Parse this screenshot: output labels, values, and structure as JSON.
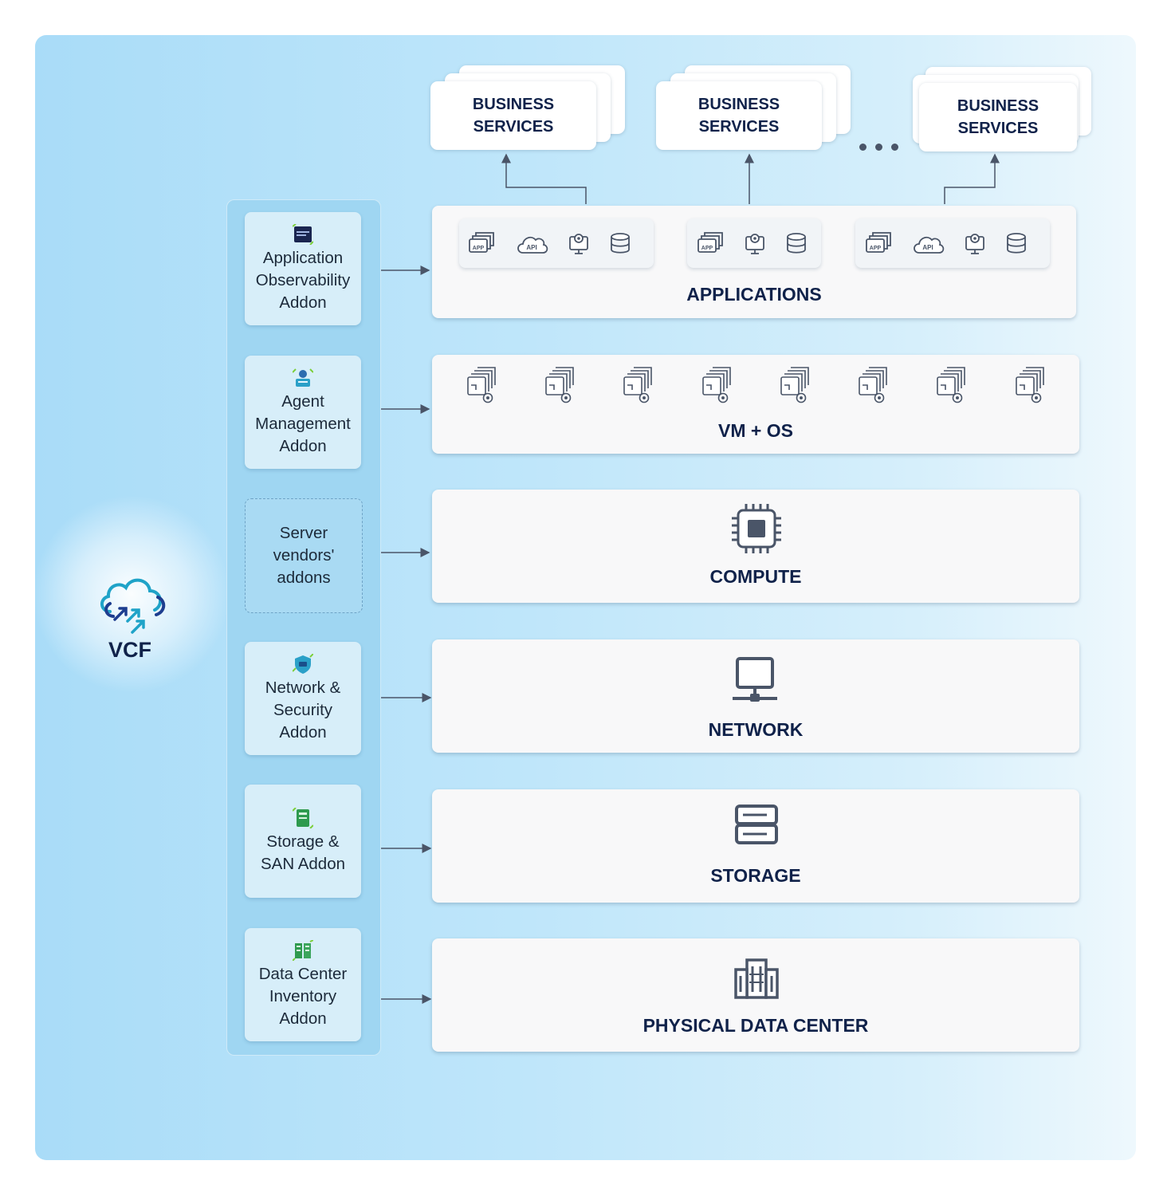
{
  "vcf": {
    "label": "VCF"
  },
  "business_services": [
    {
      "label": "BUSINESS\nSERVICES"
    },
    {
      "label": "BUSINESS\nSERVICES"
    },
    {
      "label": "BUSINESS\nSERVICES"
    }
  ],
  "addons": [
    {
      "label": "Application\nObservability\nAddon",
      "icon": "app-observability-icon"
    },
    {
      "label": "Agent\nManagement\nAddon",
      "icon": "agent-management-icon"
    },
    {
      "label": "Server\nvendors'\naddons",
      "icon": ""
    },
    {
      "label": "Network &\nSecurity\nAddon",
      "icon": "network-security-icon"
    },
    {
      "label": "Storage &\nSAN Addon",
      "icon": "storage-san-icon"
    },
    {
      "label": "Data Center\nInventory\nAddon",
      "icon": "datacenter-inventory-icon"
    }
  ],
  "layers": [
    {
      "title": "APPLICATIONS",
      "icon": "app-icons"
    },
    {
      "title": "VM + OS",
      "icon": "vm-icon"
    },
    {
      "title": "COMPUTE",
      "icon": "cpu-chip-icon"
    },
    {
      "title": "NETWORK",
      "icon": "network-terminal-icon"
    },
    {
      "title": "STORAGE",
      "icon": "storage-server-icon"
    },
    {
      "title": "PHYSICAL DATA CENTER",
      "icon": "building-icon"
    }
  ],
  "app_badges": {
    "app": "APP",
    "api": "API"
  },
  "colors": {
    "title": "#10224a",
    "icon": "#4a5568",
    "accent": "#1f9ec9"
  }
}
